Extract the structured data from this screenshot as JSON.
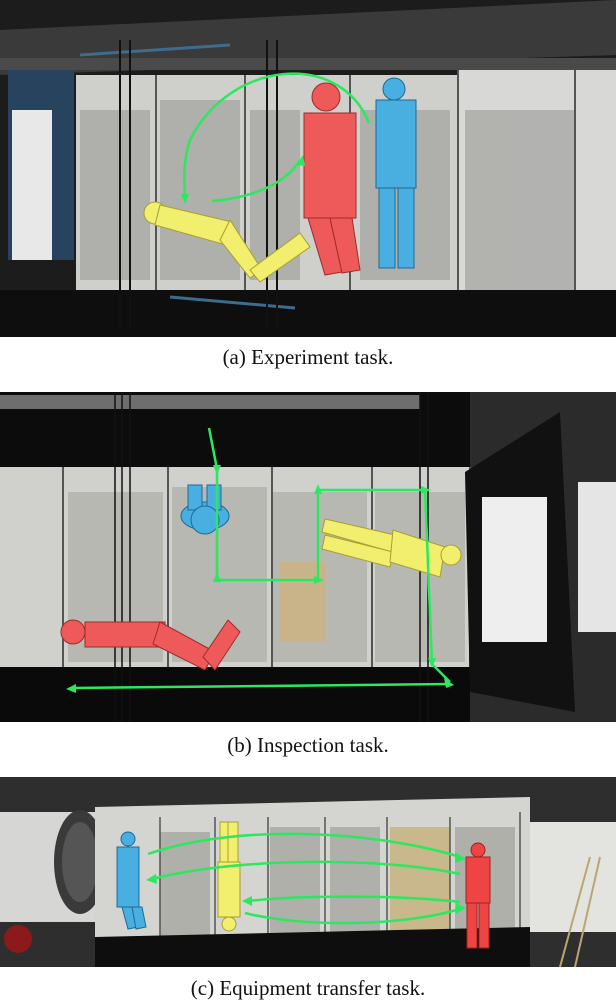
{
  "figure": {
    "panels": [
      {
        "id": "a",
        "caption": "(a) Experiment task.",
        "scene": "ISS module interior with equipment racks",
        "agents": [
          {
            "color_name": "yellow",
            "color": "#f2ee6e",
            "pose": "reclined"
          },
          {
            "color_name": "red",
            "color": "#ee5a5a",
            "pose": "standing"
          },
          {
            "color_name": "blue",
            "color": "#49aee0",
            "pose": "floating"
          }
        ],
        "path_color": "#2be860"
      },
      {
        "id": "b",
        "caption": "(b) Inspection task.",
        "scene": "ISS module interior top-down view",
        "agents": [
          {
            "color_name": "blue",
            "color": "#49aee0",
            "pose": "top-down"
          },
          {
            "color_name": "yellow",
            "color": "#f2ee6e",
            "pose": "horizontal"
          },
          {
            "color_name": "red",
            "color": "#ee5a5a",
            "pose": "horizontal"
          }
        ],
        "path_color": "#2be860"
      },
      {
        "id": "c",
        "caption": "(c) Equipment transfer task.",
        "scene": "ISS module interior side view with hatch",
        "agents": [
          {
            "color_name": "blue",
            "color": "#49aee0",
            "pose": "standing"
          },
          {
            "color_name": "yellow",
            "color": "#f2ee6e",
            "pose": "inverted"
          },
          {
            "color_name": "red",
            "color": "#ee4444",
            "pose": "standing"
          }
        ],
        "path_color": "#2be860"
      }
    ]
  }
}
